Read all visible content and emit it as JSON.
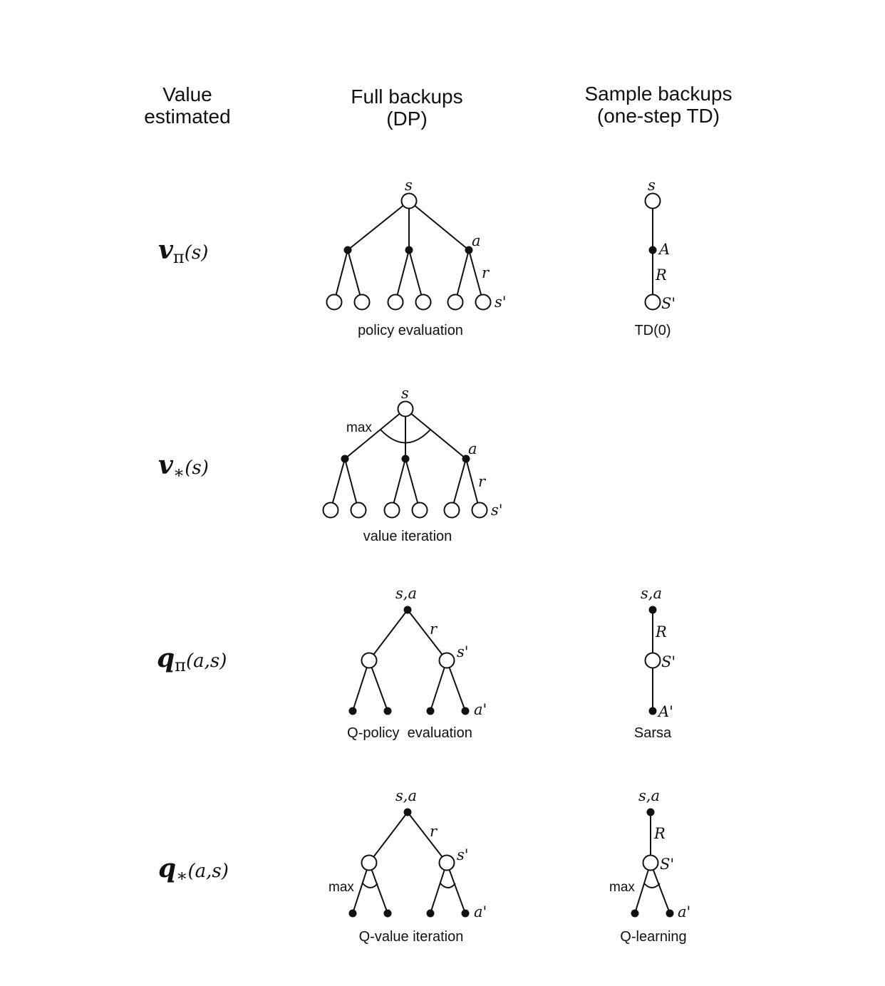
{
  "headers": {
    "value": [
      "Value",
      "estimated"
    ],
    "full": [
      "Full backups",
      "(DP)"
    ],
    "sample": [
      "Sample backups",
      "(one-step TD)"
    ]
  },
  "rows": [
    {
      "main": "v",
      "sub": "π",
      "arg": "(s)"
    },
    {
      "main": "v",
      "sub": "∗",
      "arg": "(s)"
    },
    {
      "main": "q",
      "sub": "π",
      "arg": "(a,s)"
    },
    {
      "main": "q",
      "sub": "∗",
      "arg": "(a,s)"
    }
  ],
  "labels": {
    "s": "s",
    "a": "a",
    "r": "r",
    "s_prime": "s'",
    "a_prime": "a'",
    "sa": "s,a",
    "A": "A",
    "R": "R",
    "S_prime": "S'",
    "A_prime": "A'",
    "max": "max"
  },
  "captions": {
    "policy_evaluation": "policy evaluation",
    "td0": "TD(0)",
    "value_iteration": "value iteration",
    "q_policy_evaluation": "Q-policy  evaluation",
    "sarsa": "Sarsa",
    "q_value_iteration": "Q-value iteration",
    "q_learning": "Q-learning"
  },
  "footer": ""
}
